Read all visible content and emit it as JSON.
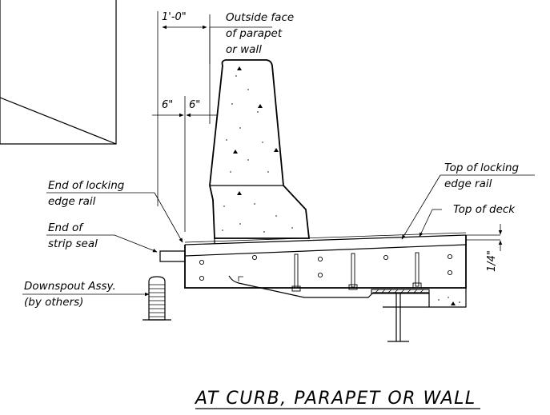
{
  "dimensions": {
    "top": "1'-0\"",
    "left_six": "6\"",
    "right_six": "6\"",
    "fraction": "1/4\""
  },
  "labels": {
    "outside_face": [
      "Outside face",
      "of parapet",
      "or wall"
    ],
    "end_locking_rail": [
      "End of locking",
      "edge rail"
    ],
    "end_strip_seal": [
      "End of",
      "strip seal"
    ],
    "downspout": [
      "Downspout Assy.",
      "(by others)"
    ],
    "top_locking_rail": [
      "Top of locking",
      "edge rail"
    ],
    "top_of_deck": "Top of deck"
  },
  "title": "AT CURB, PARAPET OR WALL"
}
